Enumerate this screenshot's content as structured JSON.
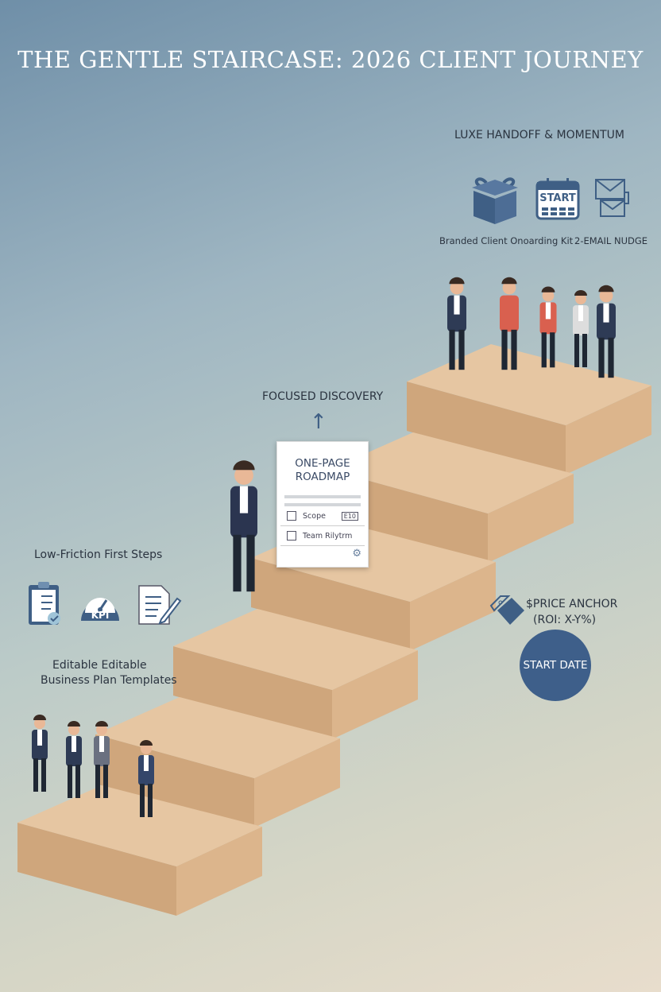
{
  "title": "THE GENTLE STAIRCASE: 2026 CLIENT JOURNEY",
  "top_section": {
    "heading": "LUXE HANDOFF & MOMENTUM",
    "items": [
      {
        "icon": "gift-box-icon",
        "label": "Branded Client Onoarding Kit"
      },
      {
        "icon": "calendar-start-icon",
        "text": "START"
      },
      {
        "icon": "envelopes-icon",
        "label": "2-EMAIL NUDGE"
      }
    ]
  },
  "middle_section": {
    "heading": "FOCUSED DISCOVERY",
    "card": {
      "title_line1": "ONE-PAGE",
      "title_line2": "ROADMAP",
      "rows": [
        {
          "label": "Scope",
          "badge": "E10"
        },
        {
          "label": "Team Rilytrm"
        }
      ]
    }
  },
  "left_section": {
    "heading": "Low-Friction First Steps",
    "icons": [
      "clipboard-check-icon",
      "kpi-gauge-icon",
      "document-pen-icon"
    ],
    "kpi_text": "KPI",
    "caption_line1": "Editable    Editable",
    "caption_line2": "Business Plan Templates"
  },
  "right_section": {
    "price_line1": "$PRICE ANCHOR",
    "price_line2": "(ROI: X-Y%)",
    "start_date": "START DATE"
  },
  "colors": {
    "accent": "#3e5f8a",
    "wood": "#d9b48e"
  }
}
